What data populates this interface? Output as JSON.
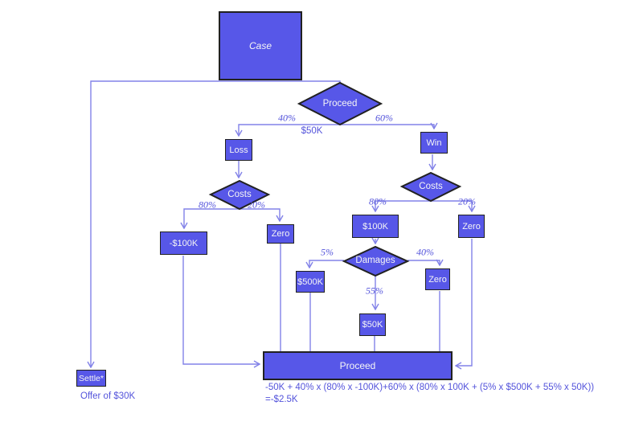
{
  "diagram": {
    "nodes": {
      "case": "Case",
      "proceed_decision": "Proceed",
      "loss": "Loss",
      "win": "Win",
      "costs_loss": "Costs",
      "costs_win": "Costs",
      "damages": "Damages",
      "payoff_neg100k": "-$100K",
      "payoff_zero_loss": "Zero",
      "payoff_100k": "$100K",
      "payoff_zero_win": "Zero",
      "payoff_500k": "$500K",
      "payoff_zero_damages": "Zero",
      "payoff_50k": "$50K",
      "proceed_rollup": "Proceed",
      "settle": "Settle*"
    },
    "edge_labels": {
      "proceed_loss_pct": "40%",
      "proceed_win_pct": "60%",
      "proceed_cost": "$50K",
      "loss_costs_80": "80%",
      "loss_costs_20": "20%",
      "win_costs_80": "80%",
      "win_costs_20": "20%",
      "damages_5": "5%",
      "damages_40": "40%",
      "damages_55": "55%"
    },
    "annotations": {
      "settle_offer": "Offer of $30K",
      "formula_line1": "-50K + 40% x (80% x -100K)+60% x (80% x 100K + (5% x $500K + 55% x 50K))",
      "formula_line2": "=-$2.5K"
    },
    "colors": {
      "node_fill": "#5757e8",
      "node_border": "#212121",
      "edge": "#8282e8",
      "label_text": "#5353db",
      "node_text": "#f5f5f5"
    }
  }
}
